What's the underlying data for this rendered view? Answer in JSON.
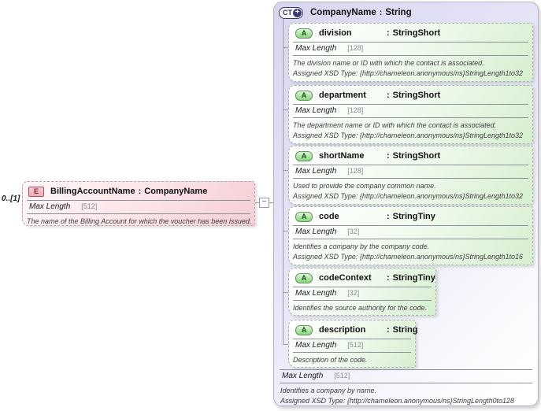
{
  "ui": {
    "sep": ":",
    "collapse_glyph": "−",
    "colors": {
      "element_accent": "#f4ced5",
      "attribute_accent": "#85d878",
      "complex_type_accent": "#3b3b7c",
      "connector": "#9a9aa2"
    }
  },
  "element": {
    "multiplicity": "0..[1]",
    "icon": "E",
    "name": "BillingAccountName",
    "type": "CompanyName",
    "max_length_label": "Max Length",
    "max_length_value": "[512]",
    "desc1": "The name of the Billing Account for which the voucher has been issued."
  },
  "complex_type": {
    "icon": "CT",
    "expand_icon": "+",
    "name": "CompanyName",
    "type": "String",
    "attributes": [
      {
        "icon": "A",
        "name": "division",
        "type": "StringShort",
        "max_length_label": "Max Length",
        "max_length_value": "[128]",
        "desc1": "The division name or ID with which the contact is associated.",
        "desc2": "Assigned XSD Type: {http://chameleon.anonymous/ns}StringLength1to32"
      },
      {
        "icon": "A",
        "name": "department",
        "type": "StringShort",
        "max_length_label": "Max Length",
        "max_length_value": "[128]",
        "desc1": "The department name or ID with which the contact is associated.",
        "desc2": "Assigned XSD Type: {http://chameleon.anonymous/ns}StringLength1to32"
      },
      {
        "icon": "A",
        "name": "shortName",
        "type": "StringShort",
        "max_length_label": "Max Length",
        "max_length_value": "[128]",
        "desc1": "Used to provide the company common name.",
        "desc2": "Assigned XSD Type: {http://chameleon.anonymous/ns}StringLength1to32"
      },
      {
        "icon": "A",
        "name": "code",
        "type": "StringTiny",
        "max_length_label": "Max Length",
        "max_length_value": "[32]",
        "desc1": "Identifies a company by the company code.",
        "desc2": "Assigned XSD Type: {http://chameleon.anonymous/ns}StringLength1to16"
      },
      {
        "icon": "A",
        "name": "codeContext",
        "type": "StringTiny",
        "max_length_label": "Max Length",
        "max_length_value": "[32]",
        "desc1": "Identifies the source authority for the code."
      },
      {
        "icon": "A",
        "name": "description",
        "type": "String",
        "max_length_label": "Max Length",
        "max_length_value": "[512]",
        "desc1": "Description of the code."
      }
    ],
    "footer": {
      "max_length_label": "Max Length",
      "max_length_value": "[512]",
      "desc1": "Identifies a company by name.",
      "desc2": "Assigned XSD Type: {http://chameleon.anonymous/ns}StringLength0to128"
    }
  }
}
